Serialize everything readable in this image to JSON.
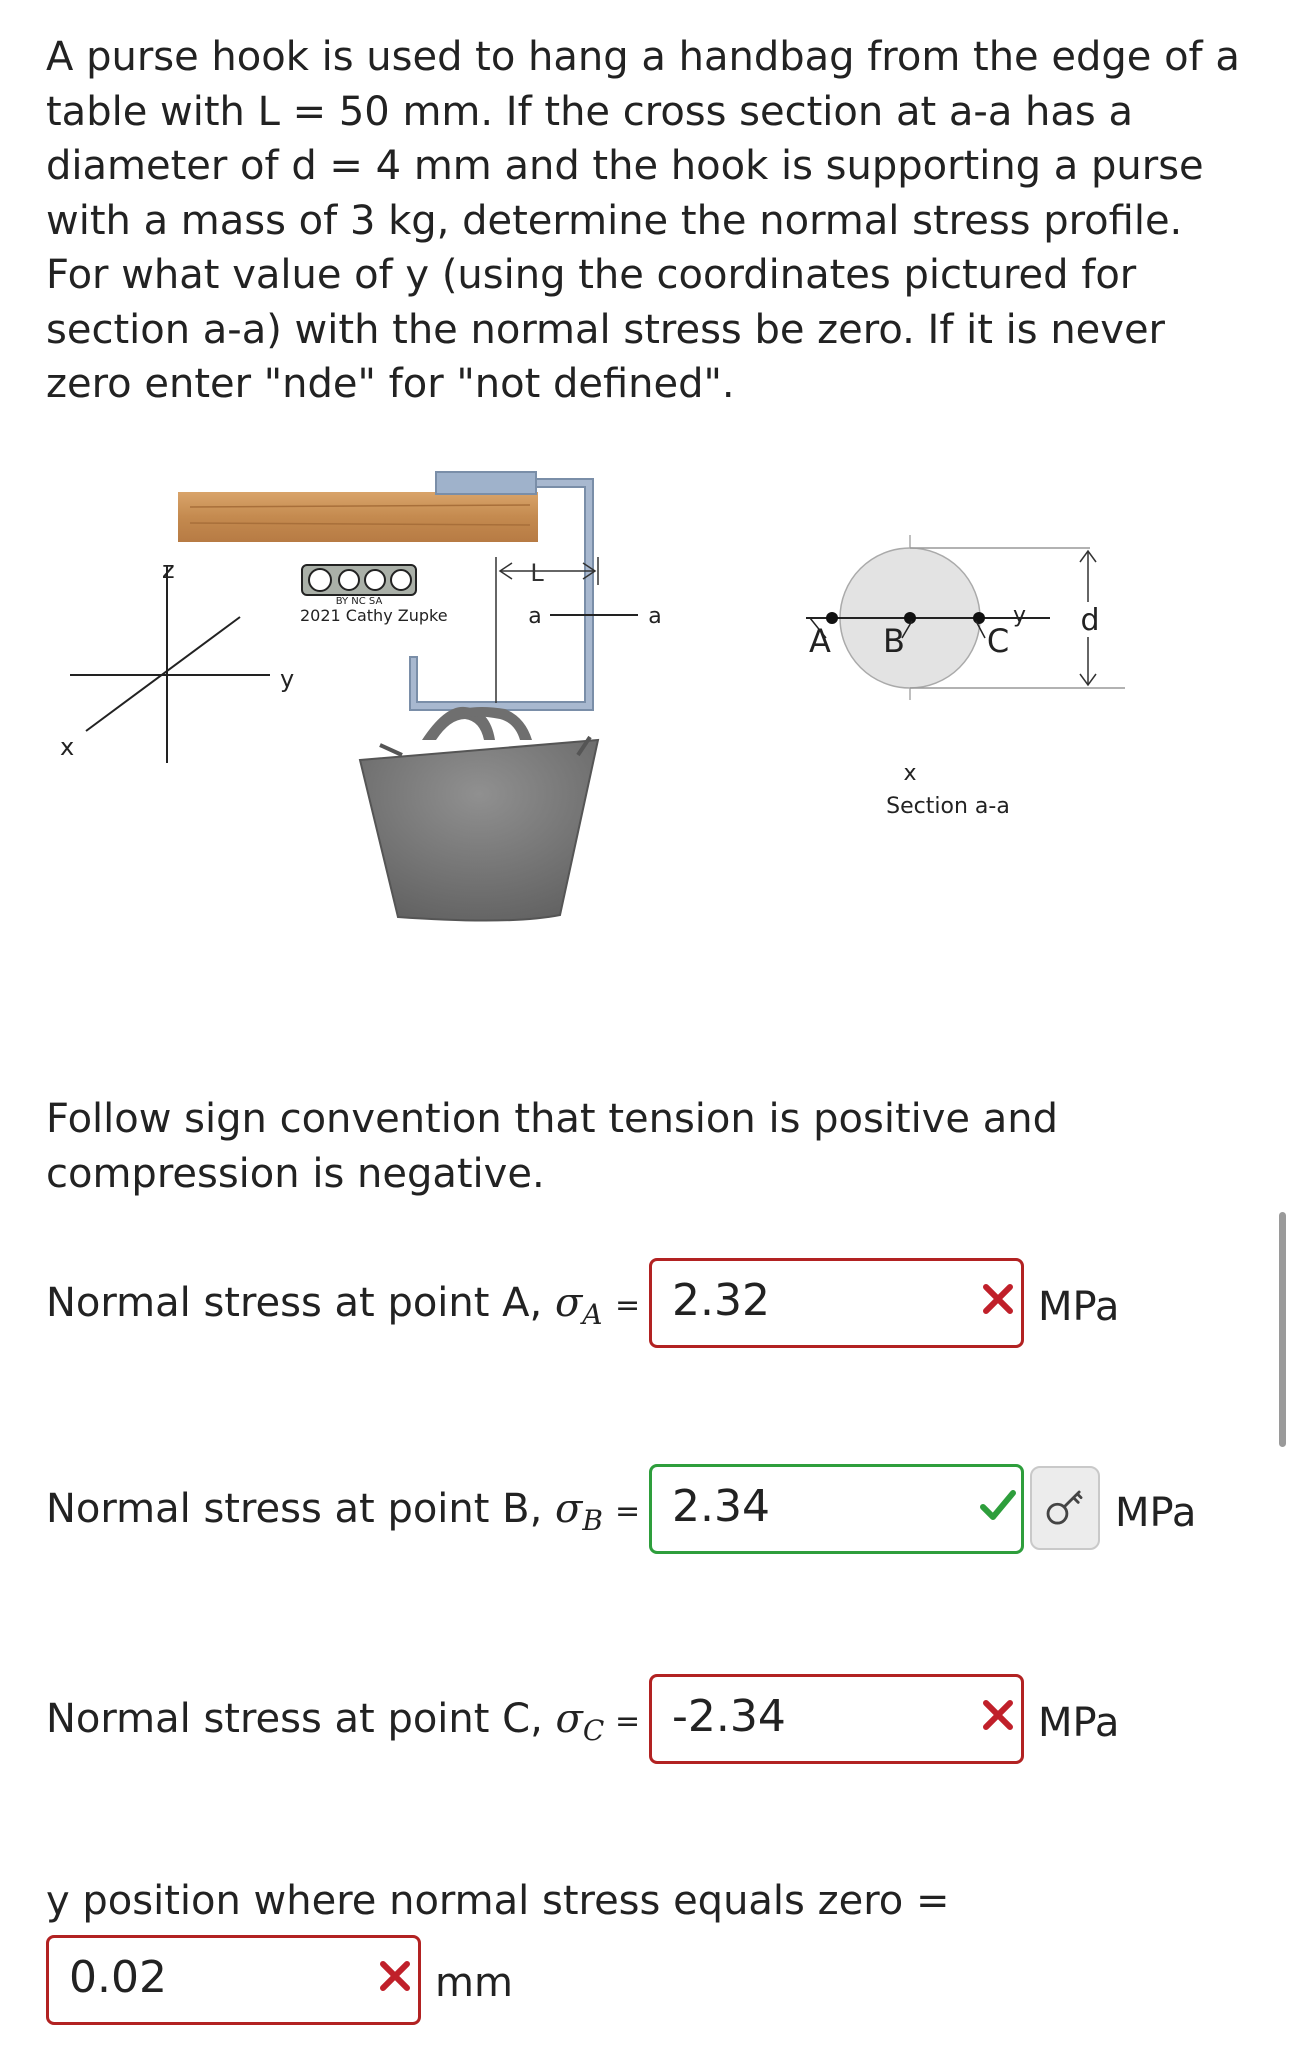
{
  "problem": {
    "text": "A purse hook is used to hang a handbag from the edge of a table with L = 50 mm. If the cross section at a-a has a diameter of d = 4 mm and the hook is supporting a purse with a mass of 3 kg, determine the normal stress profile. For what value of y (using the coordinates pictured for section a-a) with the normal stress be zero. If it is never zero enter \"nde\" for \"not defined\"."
  },
  "figure": {
    "axes": {
      "z": "z",
      "y": "y",
      "x": "x"
    },
    "license": {
      "badge": "BY NC SA",
      "credit": "2021 Cathy Zupke"
    },
    "dimension_L": "L",
    "section_marks": [
      "a",
      "a"
    ],
    "section": {
      "points": [
        "A",
        "B",
        "C"
      ],
      "y_label": "y",
      "x_label": "x",
      "d_label": "d",
      "caption": "Section a-a"
    }
  },
  "convention": "Follow sign convention that tension is positive and compression is negative.",
  "questions": [
    {
      "label": "Normal stress at point A,",
      "sigma": "σ",
      "sub": "A",
      "equals": "=",
      "answer": "2.32",
      "status": "incorrect",
      "unit": "MPa"
    },
    {
      "label": "Normal stress at point B,",
      "sigma": "σ",
      "sub": "B",
      "equals": "=",
      "answer": "2.34",
      "status": "correct",
      "unit": "MPa"
    },
    {
      "label": "Normal stress at point C,",
      "sigma": "σ",
      "sub": "C",
      "equals": "=",
      "answer": "-2.34",
      "status": "incorrect",
      "unit": "MPa"
    }
  ],
  "zero_question": {
    "label": "y position where normal stress equals zero",
    "equals": "=",
    "answer": "0.02",
    "status": "incorrect",
    "unit": "mm"
  },
  "colors": {
    "incorrect": "#b22222",
    "correct": "#2e9e3c",
    "hook": "#a8b8cf",
    "table": "#c8955a",
    "purse": "#7a7a7a"
  },
  "icons": {
    "incorrect": "x-mark-icon",
    "correct": "check-mark-icon",
    "key": "key-icon"
  }
}
